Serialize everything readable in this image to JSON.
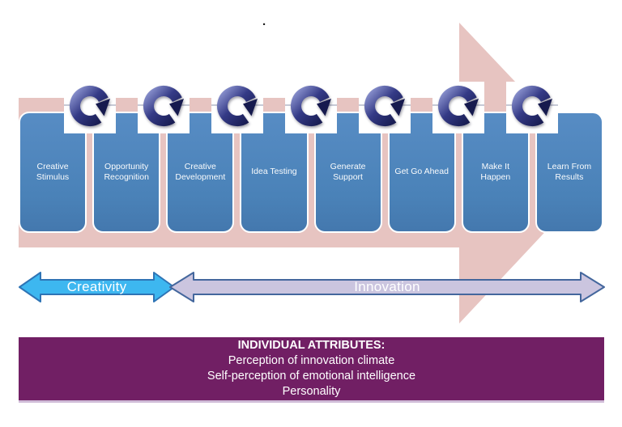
{
  "colors": {
    "pink": "#E7C4C1",
    "stage-blue-light": "#578CC4",
    "stage-blue": "#4A82B8",
    "stage-blue-dark": "#4478AE",
    "dash": "#C7CAD6",
    "creativity-fill": "#3DB7F0",
    "creativity-stroke": "#2E74B5",
    "innovation-fill": "#CBC5DF",
    "innovation-stroke": "#44679D",
    "icon-navy-dark": "#161A4E",
    "icon-navy": "#343A86",
    "icon-navy-light": "#8A92CE",
    "banner": "#711F64"
  },
  "stray_mark": ".",
  "stages": [
    "Creative\nStimulus",
    "Opportunity\nRecognition",
    "Creative\nDevelopment",
    "Idea Testing",
    "Generate\nSupport",
    "Get Go Ahead",
    "Make It\nHappen",
    "Learn From\nResults"
  ],
  "phases": {
    "creativity": {
      "label": "Creativity"
    },
    "innovation": {
      "label": "Innovation"
    }
  },
  "banner": {
    "lines": [
      "INDIVIDUAL ATTRIBUTES:",
      "Perception of innovation climate",
      "Self-perception of emotional intelligence",
      "Personality"
    ]
  }
}
